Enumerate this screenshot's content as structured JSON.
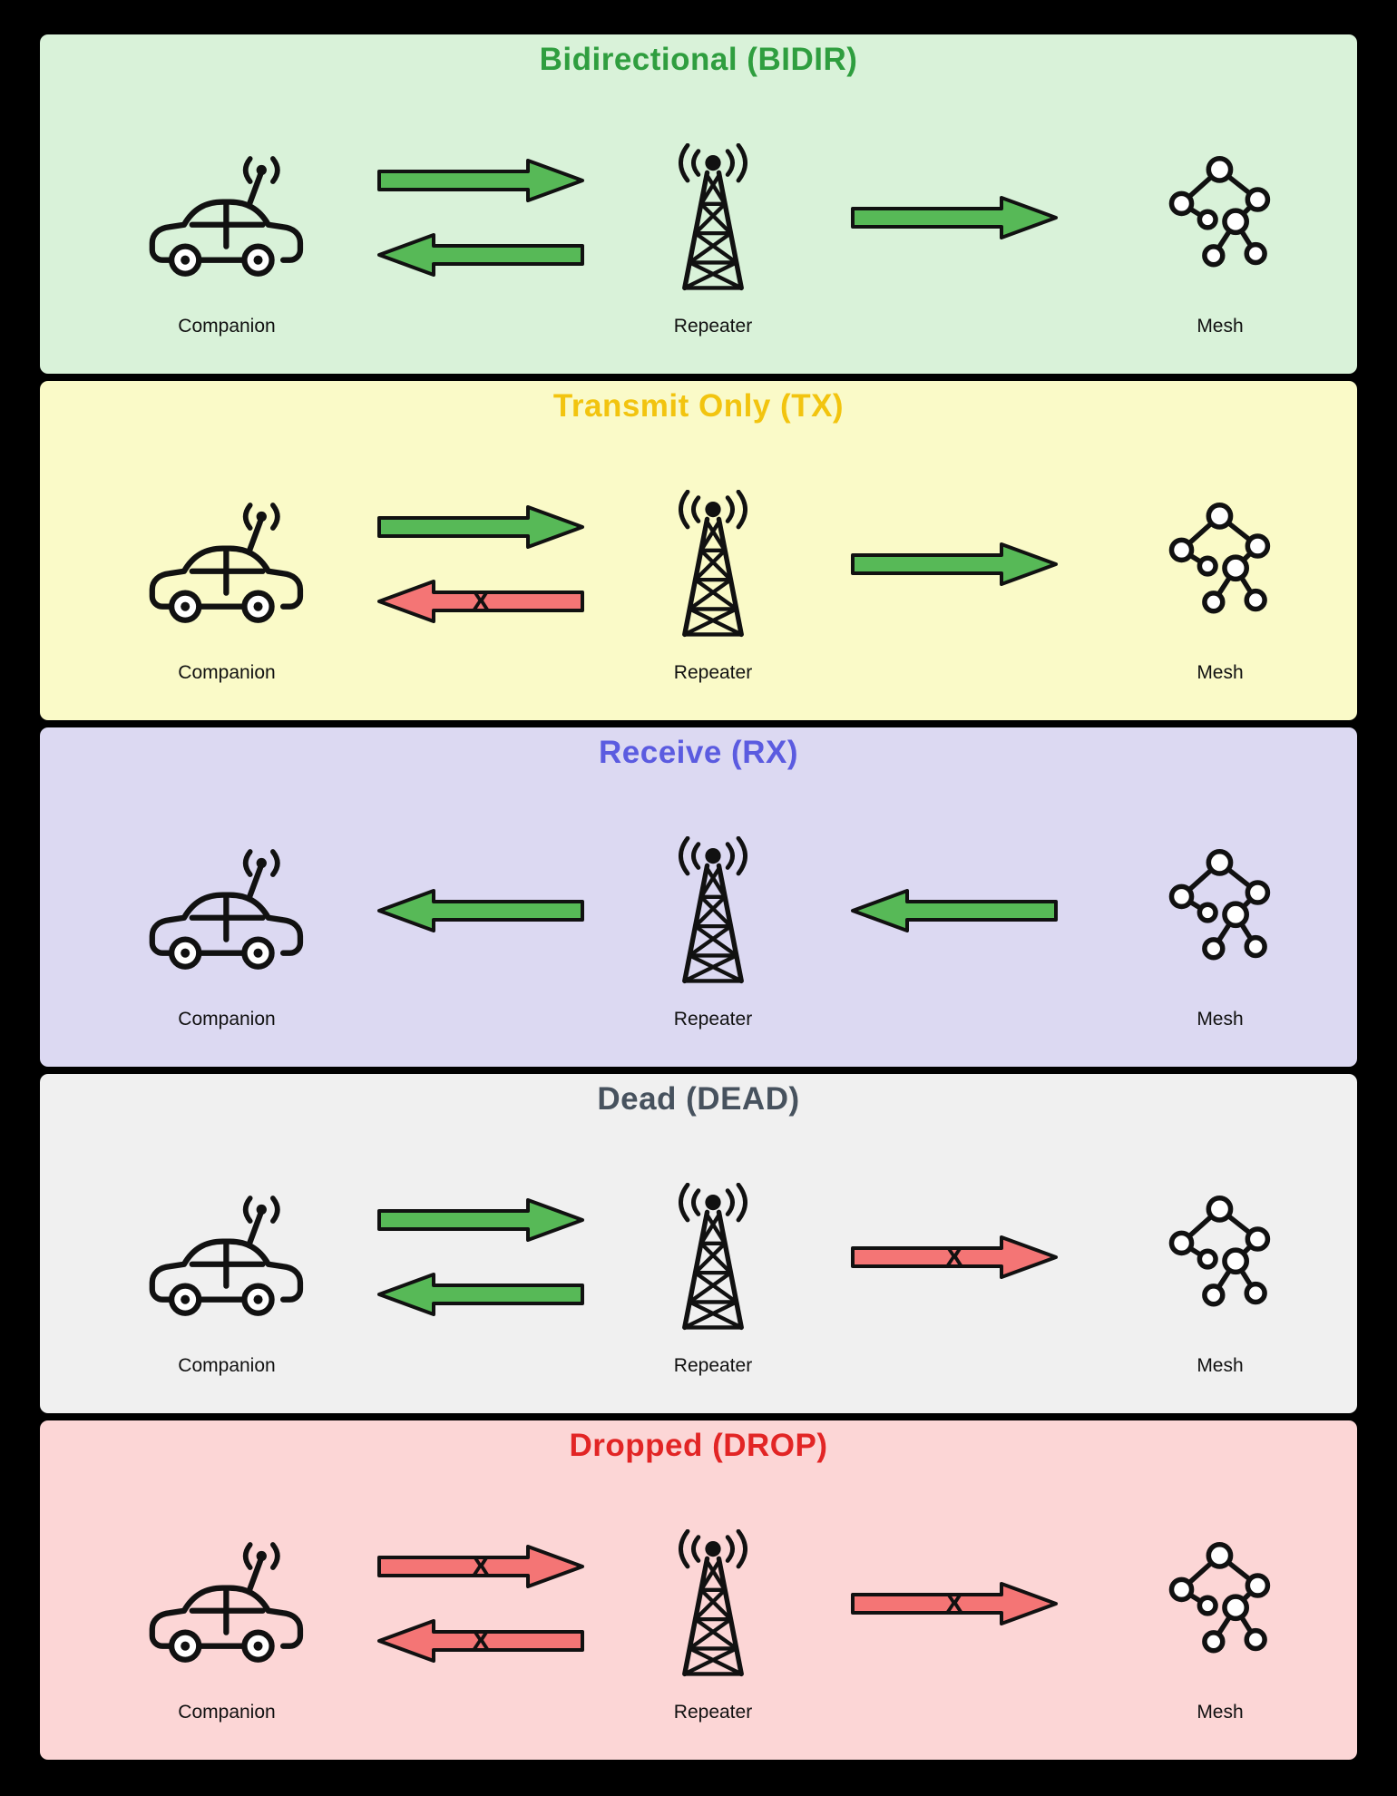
{
  "colors": {
    "arrow_green": "#57b957",
    "arrow_red": "#f47575",
    "line": "#111111"
  },
  "blocked_marker": "X",
  "labels": {
    "companion": "Companion",
    "repeater": "Repeater",
    "mesh": "Mesh"
  },
  "panels": [
    {
      "id": "bidir",
      "title": "Bidirectional (BIDIR)",
      "title_color": "#2f9e3f",
      "bg": "#d9f2d9",
      "companion_repeater": [
        {
          "direction": "right",
          "status": "ok"
        },
        {
          "direction": "left",
          "status": "ok"
        }
      ],
      "repeater_mesh": [
        {
          "direction": "right",
          "status": "ok"
        }
      ]
    },
    {
      "id": "tx",
      "title": "Transmit Only (TX)",
      "title_color": "#f2c40f",
      "bg": "#fafac8",
      "companion_repeater": [
        {
          "direction": "right",
          "status": "ok"
        },
        {
          "direction": "left",
          "status": "blocked"
        }
      ],
      "repeater_mesh": [
        {
          "direction": "right",
          "status": "ok"
        }
      ]
    },
    {
      "id": "rx",
      "title": "Receive (RX)",
      "title_color": "#5b5be0",
      "bg": "#dcd9f2",
      "companion_repeater": [
        {
          "direction": "left",
          "status": "ok"
        }
      ],
      "repeater_mesh": [
        {
          "direction": "left",
          "status": "ok"
        }
      ]
    },
    {
      "id": "dead",
      "title": "Dead (DEAD)",
      "title_color": "#47525e",
      "bg": "#f0f0f0",
      "companion_repeater": [
        {
          "direction": "right",
          "status": "ok"
        },
        {
          "direction": "left",
          "status": "ok"
        }
      ],
      "repeater_mesh": [
        {
          "direction": "right",
          "status": "blocked"
        }
      ]
    },
    {
      "id": "drop",
      "title": "Dropped (DROP)",
      "title_color": "#e22525",
      "bg": "#fcd6d6",
      "companion_repeater": [
        {
          "direction": "right",
          "status": "blocked"
        },
        {
          "direction": "left",
          "status": "blocked"
        }
      ],
      "repeater_mesh": [
        {
          "direction": "right",
          "status": "blocked"
        }
      ]
    }
  ]
}
